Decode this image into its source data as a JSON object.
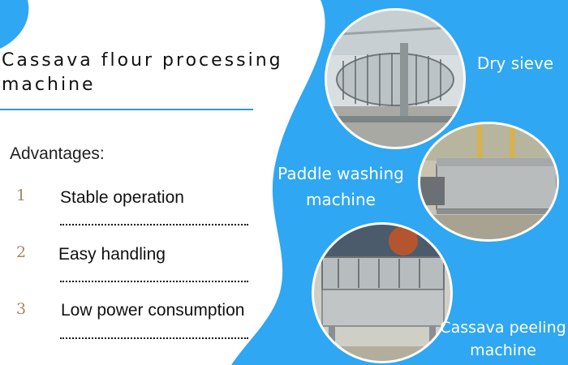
{
  "title": {
    "line1": "Cassava flour processing",
    "line2": "machine"
  },
  "advantages": {
    "heading": "Advantages:",
    "items": [
      {
        "number": "1",
        "text": "Stable operation"
      },
      {
        "number": "2",
        "text": "Easy handling"
      },
      {
        "number": "3",
        "text": "Low power consumption"
      }
    ]
  },
  "machines": {
    "dry_sieve": "Dry sieve",
    "paddle_line1": "Paddle washing",
    "paddle_line2": "machine",
    "peeling_line1": "Cassava peeling",
    "peeling_line2": "machine"
  },
  "colors": {
    "blob_blue": "#2fa7f2",
    "accent_line": "#2d9cdb",
    "number_gold": "#a3895e"
  }
}
